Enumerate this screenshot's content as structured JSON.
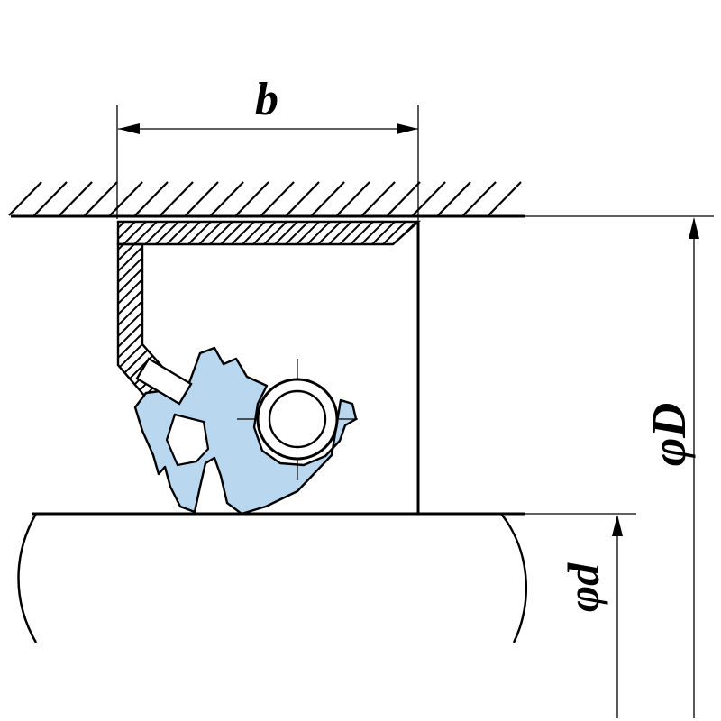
{
  "labels": {
    "b": "b",
    "phiD": "φD",
    "phid": "φd"
  },
  "colors": {
    "rubber": "#b9d8f0",
    "outline": "#000000",
    "background": "#ffffff"
  }
}
